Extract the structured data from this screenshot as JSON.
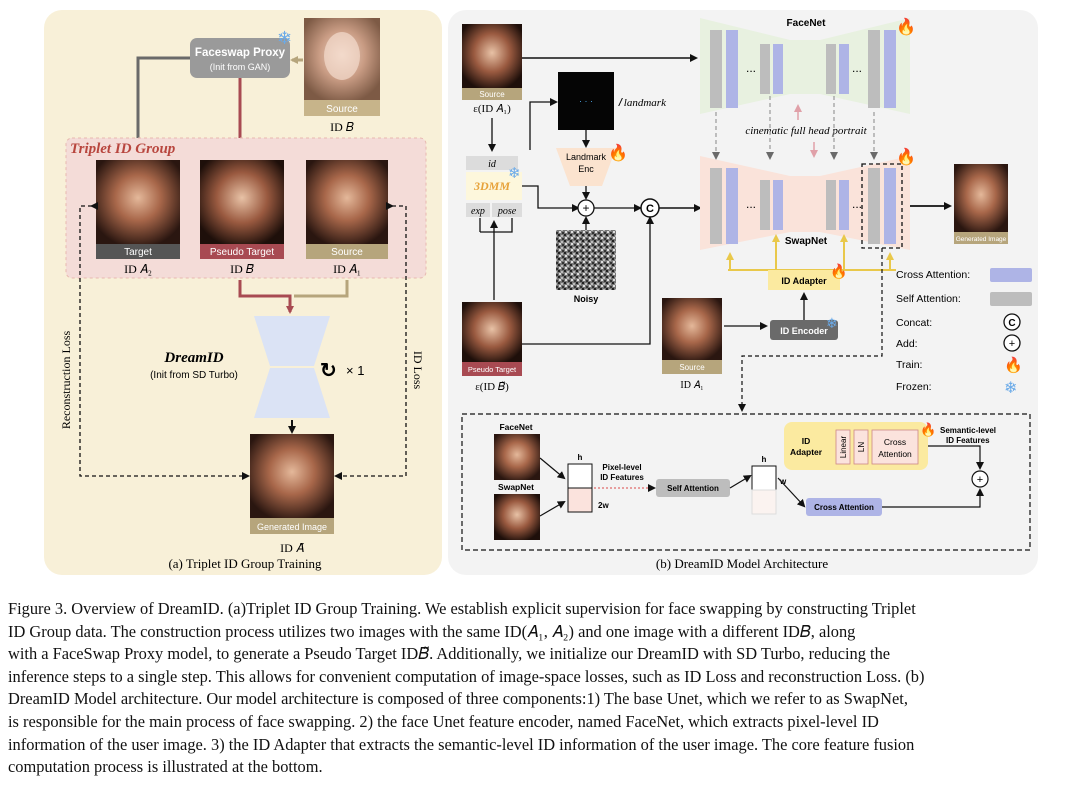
{
  "panel_a": {
    "faceswap_proxy_title": "Faceswap Proxy",
    "faceswap_proxy_sub": "(Init from GAN)",
    "source_label": "Source",
    "id_b": "ID 𝐵",
    "group_title": "Triplet ID Group",
    "target_label": "Target",
    "pseudo_target_label": "Pseudo Target",
    "source2_label": "Source",
    "id_a2": "ID 𝐴₂",
    "id_btilde": "ID 𝐵̃",
    "id_a1": "ID 𝐴₁",
    "dreamid_title": "DreamID",
    "dreamid_sub": "(Init from SD Turbo)",
    "times_one": "× 1",
    "reconstruction_loss": "Reconstruction Loss",
    "id_loss": "ID Loss",
    "generated_label": "Generated Image",
    "id_atilde": "ID 𝐴̃",
    "caption": "(a) Triplet ID Group Training"
  },
  "panel_b": {
    "source_label": "Source",
    "eps_id_a1": "ε(ID 𝐴₁)",
    "i_landmark": "𝐼 landmark",
    "landmark_enc": "Landmark\nEnc",
    "id_field": "id",
    "model_3dmm": "3DMM",
    "exp_field": "exp",
    "pose_field": "pose",
    "noisy_label": "Noisy",
    "facenet_title": "FaceNet",
    "prompt_text": "cinematic full head portrait",
    "swapnet_title": "SwapNet",
    "ellipsis": "...",
    "concat_symbol": "C",
    "add_symbol": "+",
    "generated_label": "Generated Image",
    "id_adapter": "ID Adapter",
    "id_encoder": "ID Encoder",
    "pseudo_target_label": "Pseudo Target",
    "eps_id_btilde": "ε(ID 𝐵̃)",
    "source2_label": "Source",
    "id_a1": "ID 𝐴₁",
    "legend": {
      "cross_attention": "Cross Attention:",
      "self_attention": "Self Attention:",
      "concat": "Concat:",
      "add": "Add:",
      "train": "Train:",
      "frozen": "Frozen:"
    },
    "detail": {
      "facenet_label": "FaceNet",
      "swapnet_label": "SwapNet",
      "h1": "h",
      "w2": "2w",
      "pixel_level": "Pixel-level\nID Features",
      "self_attention": "Self Attention",
      "h2": "h",
      "w1": "w",
      "cross_attention": "Cross Attention",
      "id_adapter": "ID\nAdapter",
      "linear": "Linear",
      "ln": "LN",
      "cross_attention_box": "Cross\nAttention",
      "semantic_level": "Semantic-level\nID Features"
    },
    "caption": "(b) DreamID Model Architecture"
  },
  "colors": {
    "panel_a_bg": "#f8f0d8",
    "panel_b_bg": "#f3f3f3",
    "group_bg": "#f4dcd8",
    "red_title": "#b8463e",
    "red_arrow": "#a84a52",
    "tan_arrow": "#b6a57c",
    "grey_arrow": "#6a6a6a",
    "cross_attention": "#aeb4e6",
    "self_attention": "#bdbdbd",
    "adapter_yellow": "#fbeaa0",
    "facenet_green": "#e8f1e0",
    "swapnet_pink": "#fae3da",
    "dreamid_blue": "#dbe3f5"
  },
  "figure_caption": {
    "lines": [
      "Figure 3. Overview of DreamID. (a)Triplet ID Group Training. We establish explicit supervision for face swapping by constructing Triplet",
      "ID Group data.  The construction process utilizes two images with the same ID(𝐴₁, 𝐴₂) and one image with a different ID𝐵, along",
      "with a FaceSwap Proxy model, to generate a Pseudo Target ID𝐵̃. Additionally, we initialize our DreamID with SD Turbo, reducing the",
      "inference steps to a single step. This allows for convenient computation of image-space losses, such as ID Loss and reconstruction Loss. (b)",
      "DreamID Model architecture. Our model architecture is composed of three components:1) The base Unet, which we refer to as SwapNet,",
      "is responsible for the main process of face swapping.  2) the face Unet feature encoder, named FaceNet, which extracts pixel-level ID",
      "information of the user image. 3) the ID Adapter that extracts the semantic-level ID information of the user image. The core feature fusion",
      "computation process is illustrated at the bottom."
    ]
  }
}
